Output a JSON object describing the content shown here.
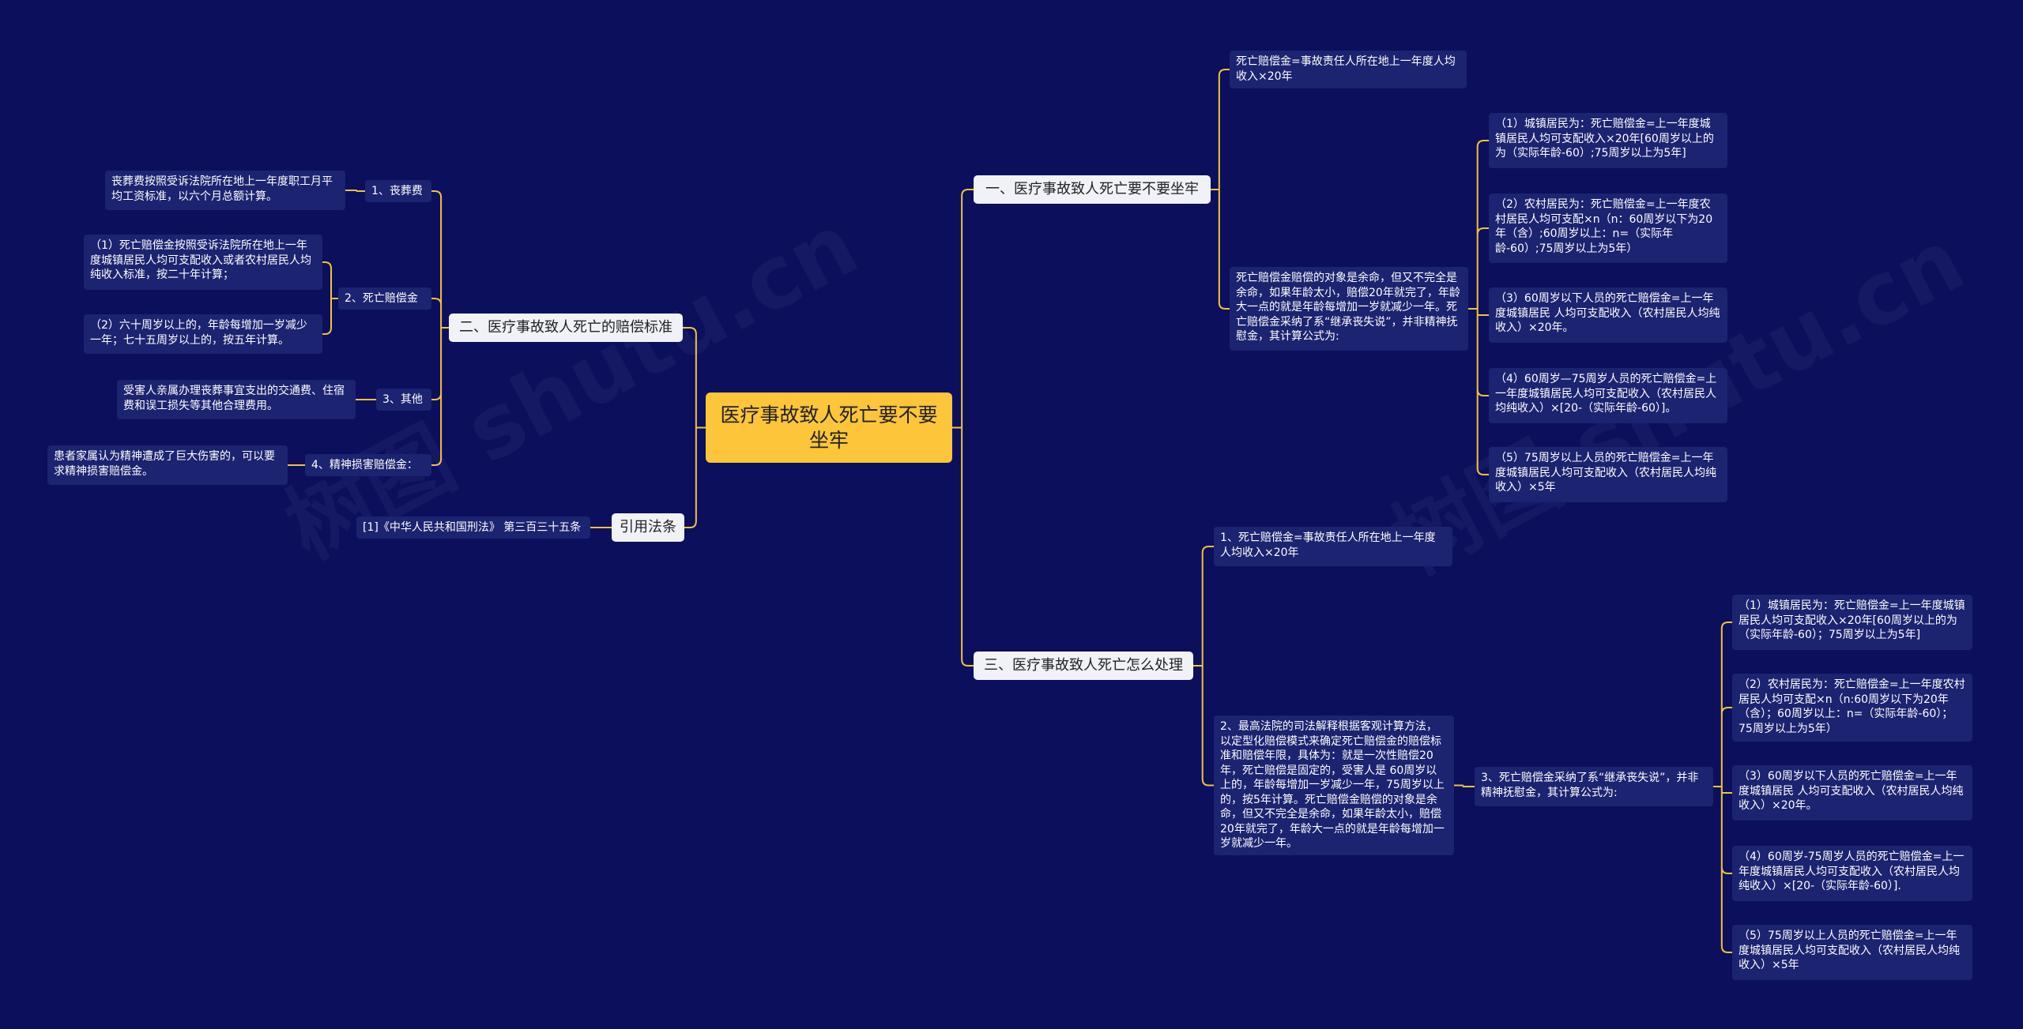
{
  "root": {
    "text": "医疗事故致人死亡要不要坐牢"
  },
  "watermark": "树图 shutu.cn",
  "right": [
    {
      "label": "一、医疗事故致人死亡要不要坐牢",
      "children": [
        {
          "text": "死亡赔偿金=事故责任人所在地上一年度人均收入×20年"
        },
        {
          "text": "死亡赔偿金赔偿的对象是余命，但又不完全是余命，如果年龄太小，赔偿20年就完了，年龄大一点的就是年龄每增加一岁就减少一年。死亡赔偿金采纳了系“继承丧失说”，并非精神抚慰金，其计算公式为:",
          "children": [
            {
              "text": "（1）城镇居民为：死亡赔偿金=上一年度城镇居民人均可支配收入×20年[60周岁以上的为（实际年龄-60）;75周岁以上为5年]"
            },
            {
              "text": "（2）农村居民为：死亡赔偿金=上一年度农村居民人均可支配×n（n：60周岁以下为20年（含）;60周岁以上：n=（实际年龄-60）;75周岁以上为5年）"
            },
            {
              "text": "（3）60周岁以下人员的死亡赔偿金=上一年度城镇居民 人均可支配收入（农村居民人均纯收入）×20年。"
            },
            {
              "text": "（4）60周岁—75周岁人员的死亡赔偿金=上一年度城镇居民人均可支配收入（农村居民人均纯收入）×[20-（实际年龄-60）]。"
            },
            {
              "text": "（5）75周岁以上人员的死亡赔偿金=上一年度城镇居民人均可支配收入（农村居民人均纯收入）×5年"
            }
          ]
        }
      ]
    },
    {
      "label": "三、医疗事故致人死亡怎么处理",
      "children": [
        {
          "text": "1、死亡赔偿金=事故责任人所在地上一年度人均收入×20年"
        },
        {
          "text": "2、最高法院的司法解释根据客观计算方法，以定型化赔偿模式来确定死亡赔偿金的赔偿标准和赔偿年限，具体为：就是一次性赔偿20年，死亡赔偿是固定的，受害人是 60周岁以上的，年龄每增加一岁减少一年，75周岁以上的，按5年计算。死亡赔偿金赔偿的对象是余命，但又不完全是余命，如果年龄太小，赔偿20年就完了，年龄大一点的就是年龄每增加一岁就减少一年。",
          "children": [
            {
              "text": "3、死亡赔偿金采纳了系“继承丧失说”，并非精神抚慰金，其计算公式为:",
              "children": [
                {
                  "text": "（1）城镇居民为：死亡赔偿金=上一年度城镇居民人均可支配收入×20年[60周岁以上的为（实际年龄-60）；75周岁以上为5年]"
                },
                {
                  "text": "（2）农村居民为：死亡赔偿金=上一年度农村居民人均可支配×n（n:60周岁以下为20年（含）；60周岁以上：n=（实际年龄-60）；75周岁以上为5年）"
                },
                {
                  "text": "（3）60周岁以下人员的死亡赔偿金=上一年度城镇居民 人均可支配收入（农村居民人均纯收入）×20年。"
                },
                {
                  "text": "（4）60周岁-75周岁人员的死亡赔偿金=上一年度城镇居民人均可支配收入（农村居民人均纯收入）×[20-（实际年龄-60）]."
                },
                {
                  "text": "（5）75周岁以上人员的死亡赔偿金=上一年度城镇居民人均可支配收入（农村居民人均纯收入）×5年"
                }
              ]
            }
          ]
        }
      ]
    }
  ],
  "left": [
    {
      "label": "二、医疗事故致人死亡的赔偿标准",
      "children": [
        {
          "label": "1、丧葬费",
          "children": [
            {
              "text": "丧葬费按照受诉法院所在地上一年度职工月平均工资标准，以六个月总额计算。"
            }
          ]
        },
        {
          "label": "2、死亡赔偿金",
          "children": [
            {
              "text": "（1）死亡赔偿金按照受诉法院所在地上一年度城镇居民人均可支配收入或者农村居民人均纯收入标准，按二十年计算；"
            },
            {
              "text": "（2）六十周岁以上的，年龄每增加一岁减少一年；七十五周岁以上的，按五年计算。"
            }
          ]
        },
        {
          "label": "3、其他",
          "children": [
            {
              "text": "受害人亲属办理丧葬事宜支出的交通费、住宿费和误工损失等其他合理费用。"
            }
          ]
        },
        {
          "label": "4、精神损害赔偿金：",
          "children": [
            {
              "text": "患者家属认为精神遭成了巨大伤害的，可以要求精神损害赔偿金。"
            }
          ]
        }
      ]
    },
    {
      "label": "引用法条",
      "children": [
        {
          "text": "[1]《中华人民共和国刑法》 第三百三十五条"
        }
      ]
    }
  ],
  "colors": {
    "background": "#0b0f5c",
    "root": "#fcc53a",
    "line": "#f2c23c",
    "leaf": "#1c2370",
    "branch": "#f1f2f8"
  }
}
